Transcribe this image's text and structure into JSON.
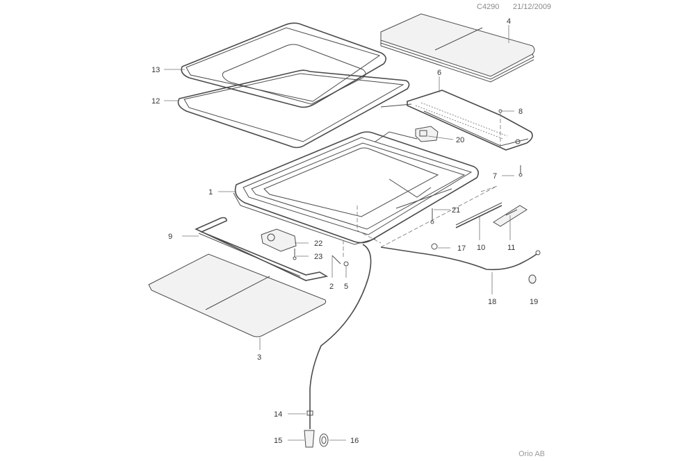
{
  "header": {
    "drawing_no": "C4290",
    "date": "21/12/2009"
  },
  "footer": {
    "credit": "Orio AB"
  },
  "callouts": [
    "1",
    "2",
    "3",
    "4",
    "5",
    "6",
    "7",
    "8",
    "9",
    "10",
    "11",
    "12",
    "13",
    "14",
    "15",
    "16",
    "17",
    "18",
    "19",
    "20",
    "21",
    "22",
    "23"
  ]
}
